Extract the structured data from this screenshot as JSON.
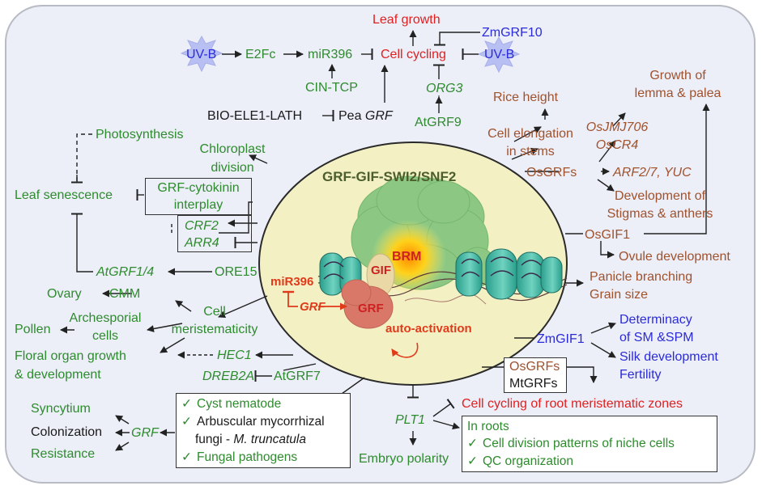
{
  "center": {
    "title": "GRF-GIF-SWI2/SNF2",
    "brm": "BRM",
    "gif": "GIF",
    "grf": "GRF",
    "mir396": "miR396",
    "grf_it": "GRF",
    "auto": "auto-activation"
  },
  "top": {
    "leaf_growth": "Leaf growth",
    "zmgrf10": "ZmGRF10",
    "uvb_left": "UV-B",
    "e2fc": "E2Fc",
    "mir396": "miR396",
    "cell_cycling": "Cell cycling",
    "uvb_right": "UV-B",
    "cin_tcp": "CIN-TCP",
    "org3": "ORG3",
    "bio_ele1": "BIO-ELE1-LATH",
    "pea": "Pea",
    "pea_grf": "GRF",
    "atgrf9": "AtGRF9"
  },
  "left": {
    "photosynthesis": "Photosynthesis",
    "chloroplast": "Chloroplast",
    "division": "division",
    "leaf_senescence": "Leaf senescence",
    "grf_cytokinin": "GRF-cytokinin",
    "interplay": "interplay",
    "crf2": "CRF2",
    "arr4": "ARR4",
    "atgrf14": "AtGRF1/4",
    "ore15": "ORE15",
    "ovary": "Ovary",
    "cmm": "CMM",
    "cell": "Cell",
    "meristematicity": "meristematicity",
    "archesporial": "Archesporial",
    "cells": "cells",
    "pollen": "Pollen",
    "floral1": "Floral organ growth",
    "floral2": "& development",
    "hec1": "HEC1",
    "dreb2a": "DREB2A",
    "atgrf7": "AtGRF7"
  },
  "right": {
    "growth_of": "Growth of",
    "lemma": "lemma & palea",
    "rice_height": "Rice height",
    "osjmj706": "OsJMJ706",
    "oscr4": "OsCR4",
    "cell_elong": "Cell elongation",
    "in_stems": "in stems",
    "osgrfs": "OsGRFs",
    "arf": "ARF2/7, YUC",
    "dev_of": "Development of",
    "stigmas": "Stigmas & anthers",
    "osgif1": "OsGIF1",
    "ovule": "Ovule development",
    "panicle": "Panicle branching",
    "grain": "Grain size",
    "zmgif1": "ZmGIF1",
    "determinacy": "Determinacy",
    "of_sm": "of SM &SPM",
    "silk": "Silk development",
    "fertility": "Fertility",
    "osgrfs2": "OsGRFs",
    "mtgrfs": "MtGRFs"
  },
  "bottom": {
    "syncytium": "Syncytium",
    "colonization": "Colonization",
    "resistance": "Resistance",
    "grf": "GRF",
    "cyst": "Cyst nematode",
    "arbuscular": "Arbuscular mycorrhizal",
    "fungi_prefix": "fungi - ",
    "m_trunc": "M. truncatula",
    "fungal": "Fungal pathogens",
    "plt1": "PLT1",
    "cell_cycling_root": "Cell cycling of root meristematic zones",
    "embryo": "Embryo polarity",
    "in_roots": "In roots",
    "cell_div": "Cell division patterns of niche cells",
    "qc": "QC organization"
  },
  "colors": {
    "green": "#2e8b2e",
    "orange_brown": "#a0522d",
    "blue": "#2b2bd9",
    "red": "#e02020",
    "ellipse_fill": "#f3f0c4",
    "frame_fill": "#eceef8"
  }
}
